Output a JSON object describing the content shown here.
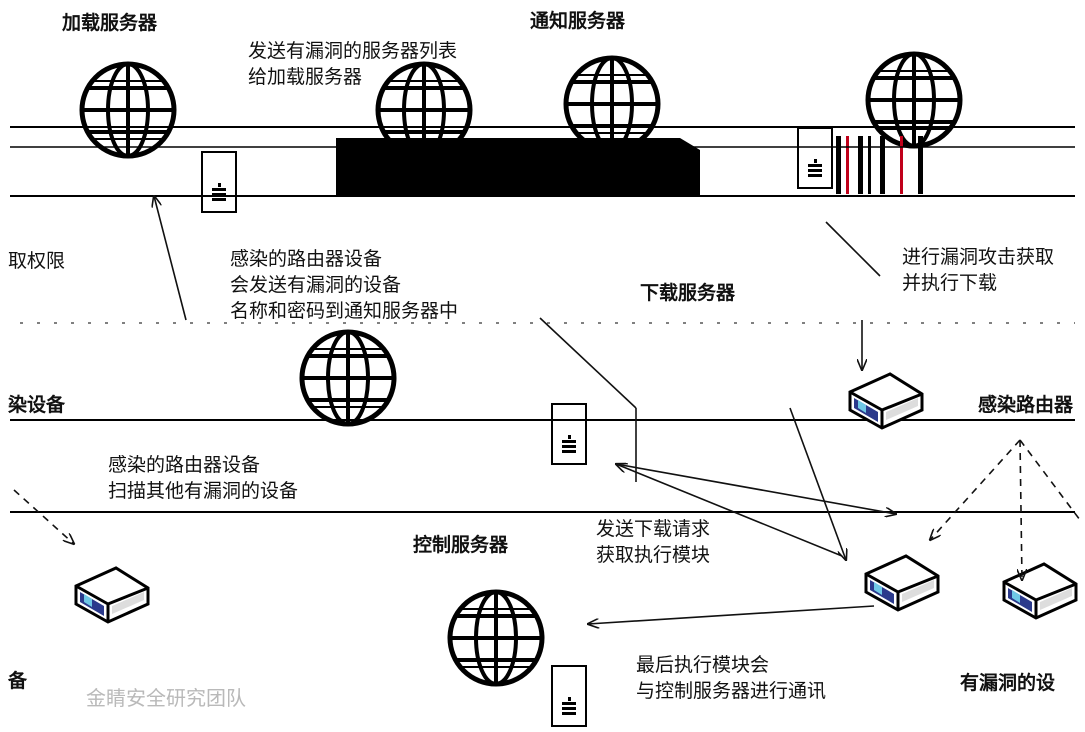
{
  "diagram": {
    "nodes": {
      "load_server": "加载服务器",
      "notify_server": "通知服务器",
      "download_server": "下载服务器",
      "control_server": "控制服务器",
      "infected_router_right": "感染路由器",
      "infected_device_left": "染设备",
      "vulnerable_device_left": "备",
      "vulnerable_device_right": "有漏洞的设"
    },
    "notes": {
      "send_list": [
        "发送有漏洞的服务器列表",
        "给加载服务器"
      ],
      "infected_sends": [
        "感染的路由器设备",
        "会发送有漏洞的设备",
        "名称和密码到通知服务器中"
      ],
      "infected_scans": [
        "感染的路由器设备",
        "扫描其他有漏洞的设备"
      ],
      "exploit": [
        "进行漏洞攻击获取",
        "并执行下载"
      ],
      "download_request": [
        "发送下载请求",
        "获取执行模块"
      ],
      "final_comm": [
        "最后执行模块会",
        "与控制服务器进行通讯"
      ],
      "permission": "取权限"
    },
    "watermark": "金睛安全研究团队"
  }
}
